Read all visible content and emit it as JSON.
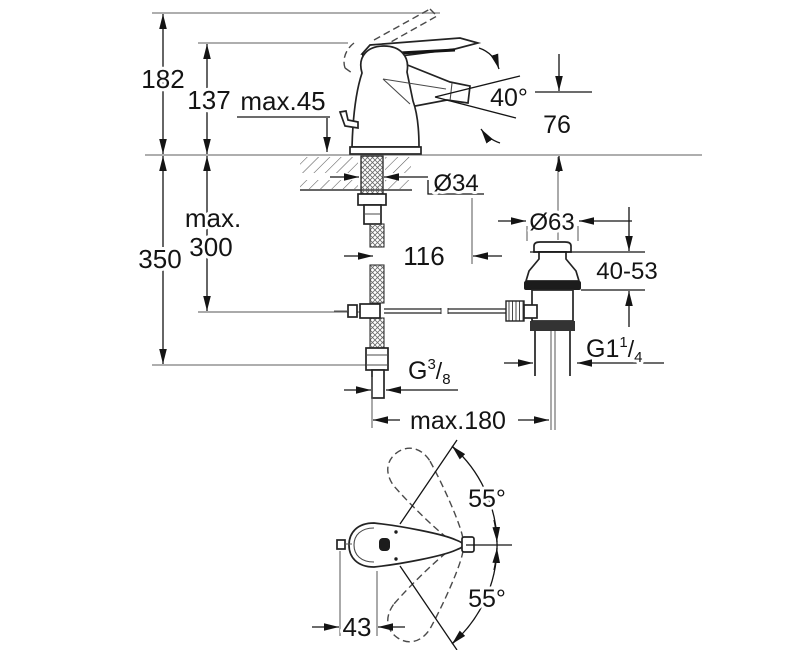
{
  "diagram": {
    "product": "single-lever-bidet-mixer-dimension-drawing",
    "front_view": {
      "overall_height": "182",
      "lever_height": "137",
      "max_deck_thickness": "max.45",
      "spout_angle": "40°",
      "outlet_height": "76",
      "hole_diameter": "Ø34",
      "max_hose_word": "max.",
      "max_hose_value": "300",
      "connection_height": "350",
      "spout_projection": "116",
      "waste_flange_diameter": "Ø63",
      "clamping_range": "40-53",
      "waste_thread": {
        "base": "G1",
        "sup": "1",
        "slash": "/",
        "sub": "4"
      },
      "supply_thread": {
        "base": "G",
        "sup": "3",
        "slash": "/",
        "sub": "8"
      },
      "rod_reach": "max.180"
    },
    "top_view": {
      "swing_angle_up": "55°",
      "swing_angle_down": "55°",
      "handle_offset": "43"
    }
  }
}
